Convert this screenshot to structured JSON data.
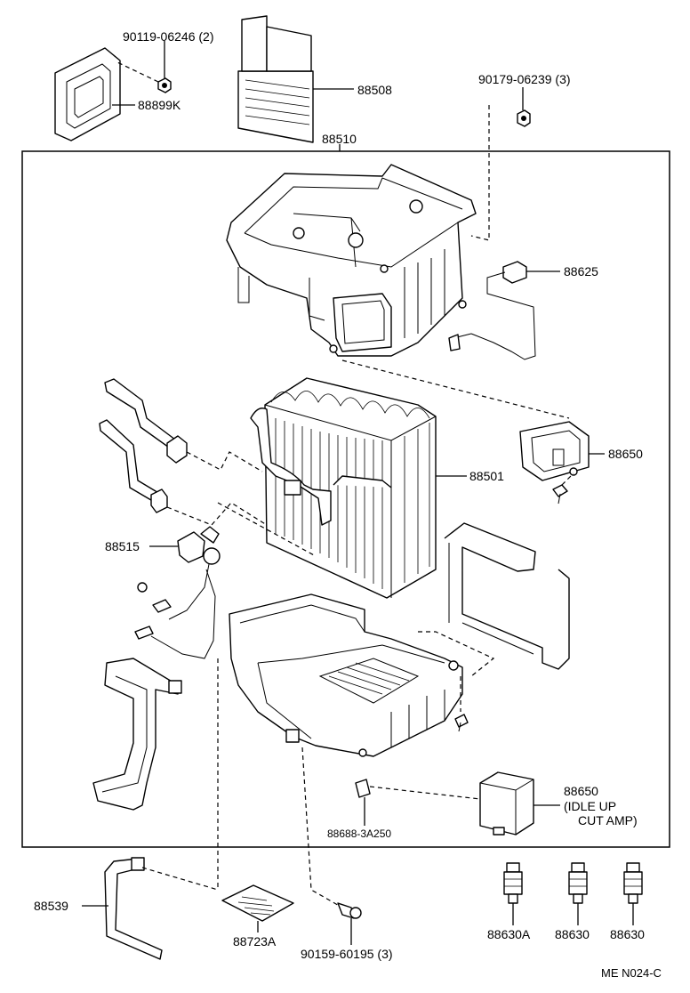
{
  "labels": {
    "p_90119_06246": "90119-06246 (2)",
    "p_88899K": "88899K",
    "p_88508": "88508",
    "p_88510": "88510",
    "p_90179_06239": "90179-06239 (3)",
    "p_88625": "88625",
    "p_88650_top": "88650",
    "p_88501": "88501",
    "p_88515": "88515",
    "p_88650_amp_num": "88650",
    "p_88650_amp_l1": "(IDLE  UP",
    "p_88650_amp_l2": "CUT  AMP)",
    "p_88688": "88688-3A250",
    "p_88539": "88539",
    "p_88723A": "88723A",
    "p_90159": "90159-60195 (3)",
    "p_88630A": "88630A",
    "p_88630_a": "88630",
    "p_88630_b": "88630",
    "ref_code": "ME N024-C"
  }
}
